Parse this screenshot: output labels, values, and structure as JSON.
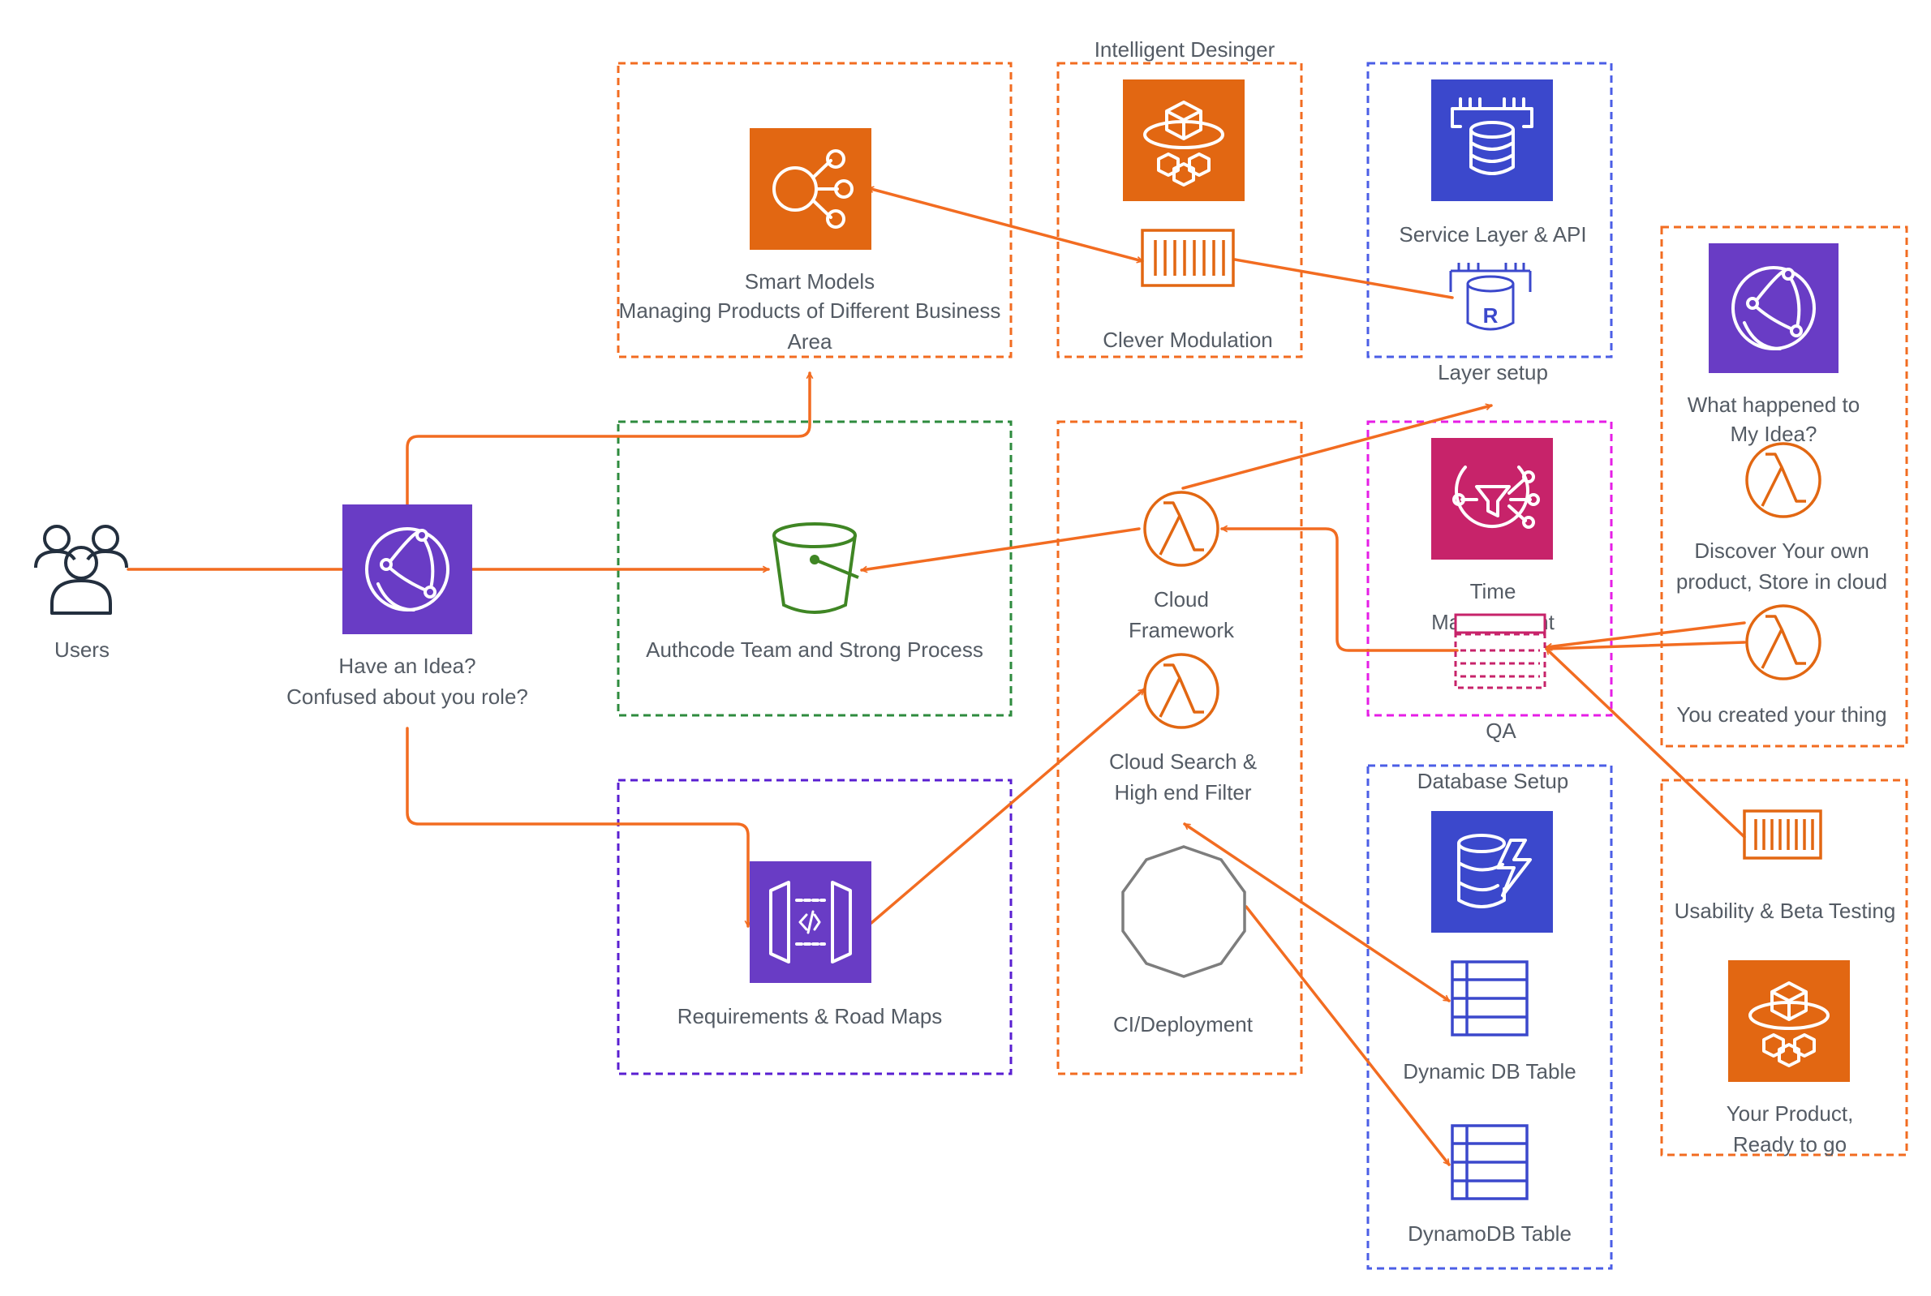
{
  "colors": {
    "orange": "#f26c21",
    "purple": "#693cc5",
    "blue": "#3b48cc",
    "pink": "#c7236a",
    "green": "#3f8624",
    "darkgreen": "#2e8b3e",
    "magenta": "#e61ee6",
    "violet": "#5a1fd1",
    "text": "#545b64",
    "navy": "#232f3e",
    "gray": "#7d7d7d"
  },
  "users": {
    "label": "Users",
    "icon": "users-icon"
  },
  "idea": {
    "line1": "Have an Idea?",
    "line2": "Confused about you role?",
    "icon": "cloudfront-icon"
  },
  "smart_models": {
    "line1": "Smart Models",
    "line2": "Managing Products of Different Business",
    "line3": "Area",
    "icon": "sns-hub-icon"
  },
  "intelligent_designer": {
    "title": "Intelligent Desinger",
    "icon": "sagemaker-cube-icon"
  },
  "clever_modulation": {
    "label": "Clever Modulation",
    "icon": "container-icon"
  },
  "service_layer": {
    "label": "Service Layer & API",
    "icon": "rds-icon"
  },
  "layer_setup": {
    "label": "Layer setup",
    "icon": "redis-icon"
  },
  "authcode": {
    "label": "Authcode Team and Strong Process",
    "icon": "s3-bucket-icon"
  },
  "cloud_framework": {
    "line1": "Cloud",
    "line2": "Framework",
    "icon": "lambda-icon"
  },
  "cloud_search": {
    "line1": "Cloud Search &",
    "line2": "High end Filter",
    "icon": "lambda-icon"
  },
  "ci": {
    "label": "CI/Deployment",
    "icon": "decagon-icon"
  },
  "time_mgmt": {
    "line1": "Time",
    "line2": "Management",
    "icon": "eventbridge-icon"
  },
  "qa": {
    "label": "QA",
    "icon": "queue-icon"
  },
  "requirements": {
    "label": "Requirements & Road Maps",
    "icon": "api-gateway-icon"
  },
  "database_setup": {
    "title": "Database Setup",
    "icon": "dynamodb-icon"
  },
  "dynamic_table": {
    "label": "Dynamic DB Table",
    "icon": "table-icon"
  },
  "dynamo_table": {
    "label": "DynamoDB Table",
    "icon": "table-icon"
  },
  "what_happened": {
    "line1": "What happened to",
    "line2": "My Idea?",
    "icon": "cloudfront-icon"
  },
  "discover": {
    "line1": "Discover Your own",
    "line2": "product, Store in cloud",
    "icon": "lambda-icon"
  },
  "created": {
    "label": "You created your thing",
    "icon": "lambda-icon"
  },
  "usability": {
    "label": "Usability & Beta Testing",
    "icon": "container-icon"
  },
  "your_product": {
    "line1": "Your Product,",
    "line2": "Ready to go",
    "icon": "sagemaker-cube-icon"
  }
}
